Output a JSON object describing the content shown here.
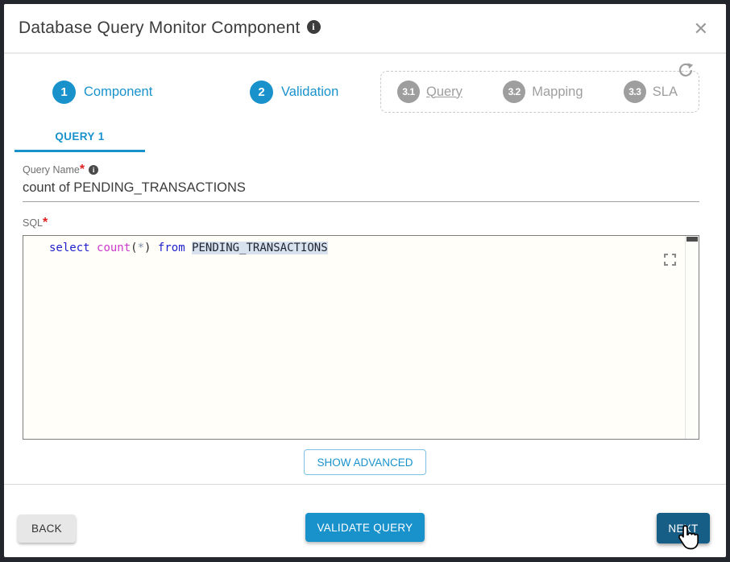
{
  "window": {
    "title": "Database Query Monitor Component",
    "info_glyph": "i",
    "close_glyph": "✕"
  },
  "stepper": {
    "steps": [
      {
        "number": "1",
        "label": "Component"
      },
      {
        "number": "2",
        "label": "Validation"
      }
    ],
    "sub_steps": [
      {
        "number": "3.1",
        "label": "Query"
      },
      {
        "number": "3.2",
        "label": "Mapping"
      },
      {
        "number": "3.3",
        "label": "SLA"
      }
    ]
  },
  "tabs": {
    "query_tab": "QUERY 1"
  },
  "form": {
    "query_name": {
      "label": "Query Name",
      "required_marker": "*",
      "info_glyph": "i",
      "value": "count of PENDING_TRANSACTIONS"
    },
    "sql": {
      "label": "SQL",
      "required_marker": "*",
      "text": "select count(*) from PENDING_TRANSACTIONS",
      "tokens": [
        {
          "text": "select",
          "type": "keyword"
        },
        {
          "text": " ",
          "type": "plain"
        },
        {
          "text": "count",
          "type": "builtin"
        },
        {
          "text": "(",
          "type": "plain"
        },
        {
          "text": "*",
          "type": "operator"
        },
        {
          "text": ")",
          "type": "plain"
        },
        {
          "text": " ",
          "type": "plain"
        },
        {
          "text": "from",
          "type": "keyword"
        },
        {
          "text": " ",
          "type": "plain"
        },
        {
          "text": "PENDING_TRANSACTIONS",
          "type": "highlighted"
        }
      ]
    }
  },
  "actions": {
    "show_advanced": "SHOW ADVANCED",
    "back": "BACK",
    "validate_query": "VALIDATE QUERY",
    "next": "NEXT"
  },
  "colors": {
    "accent_blue": "#1992cc",
    "next_button_blue": "#175e87",
    "inactive_gray": "#9e9e9e",
    "required_red": "#e02020",
    "code_keyword": "#2121cd",
    "code_builtin": "#cc39cc",
    "code_highlight_bg": "#d7e2ee",
    "frame_dark": "#23272d"
  }
}
